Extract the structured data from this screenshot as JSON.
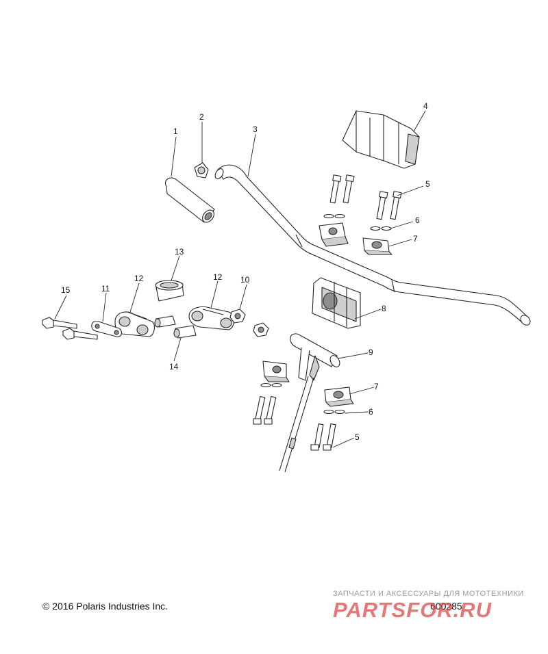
{
  "callouts": [
    "1",
    "2",
    "3",
    "4",
    "5",
    "6",
    "7",
    "8",
    "9",
    "10",
    "11",
    "12",
    "13",
    "14",
    "15"
  ],
  "copyright": "© 2016 Polaris Industries Inc.",
  "drawing_number": "600285",
  "watermark": {
    "tagline": "ЗАПЧАСТИ И АКСЕССУАРЫ ДЛЯ МОТОТЕХНИКИ",
    "logo": "PARTSFOR.RU"
  }
}
